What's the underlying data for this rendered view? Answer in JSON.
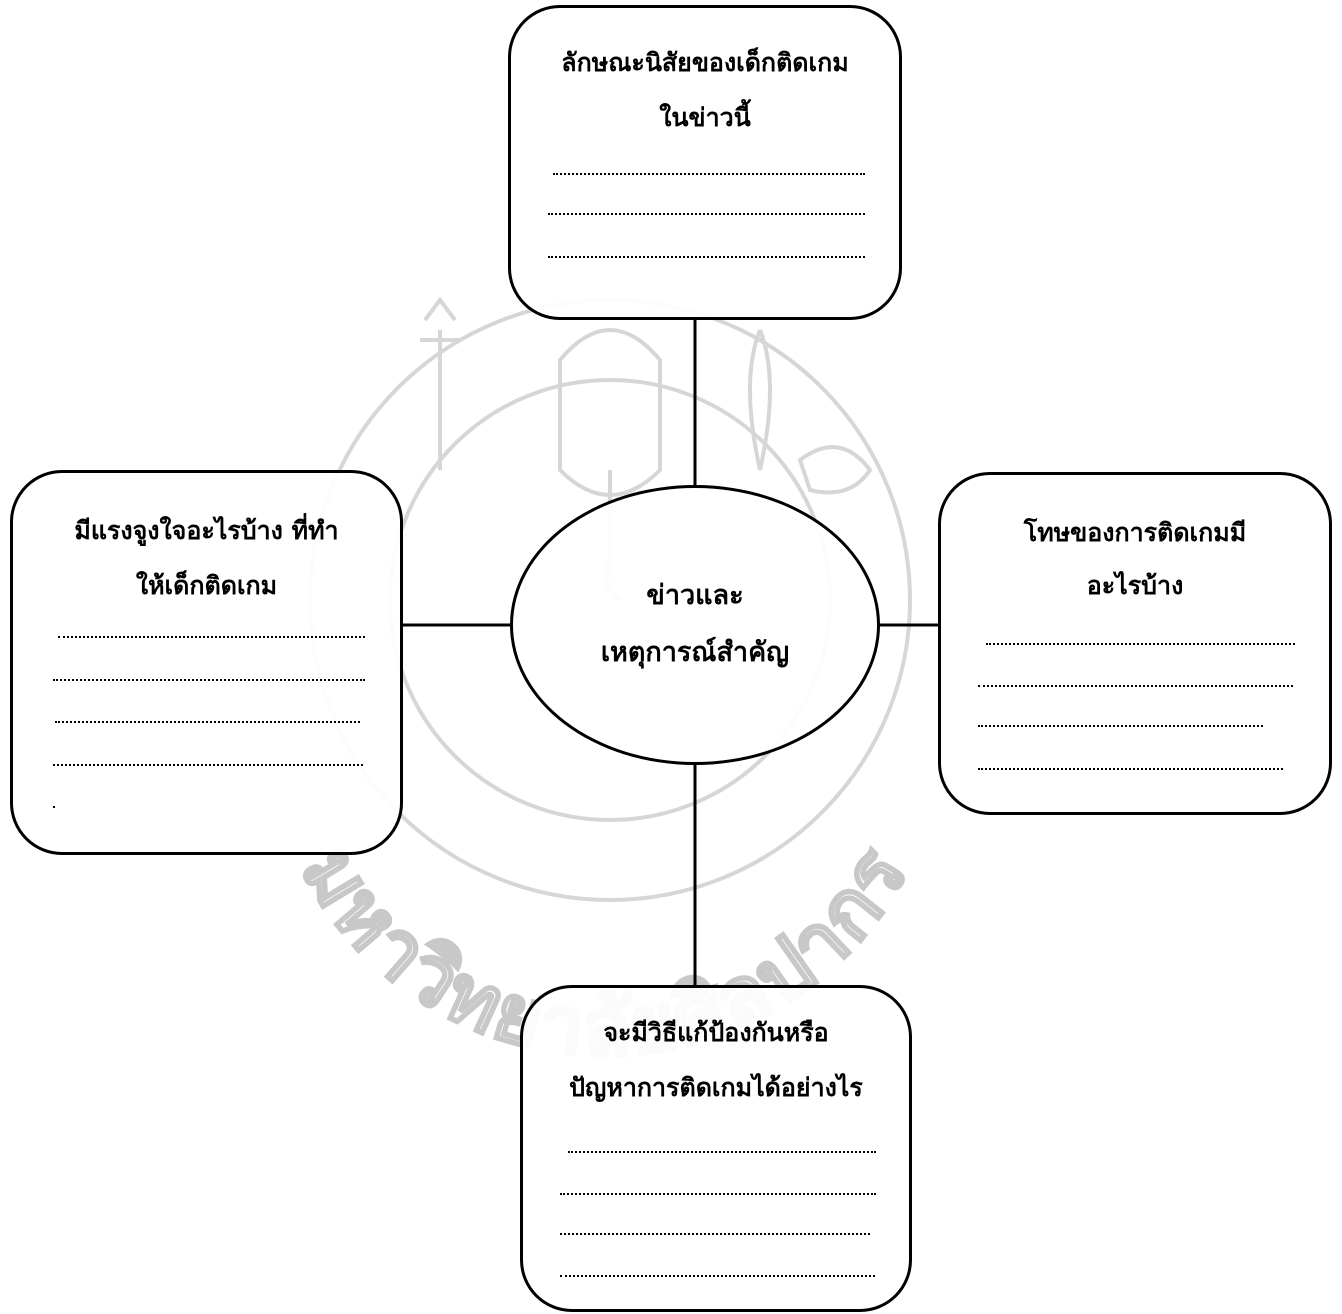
{
  "center": {
    "line1": "ข่าวและ",
    "line2": "เหตุการณ์สำคัญ"
  },
  "boxes": {
    "top": {
      "line1": "ลักษณะนิสัยของเด็กติดเกม",
      "line2": "ในข่าวนี้"
    },
    "left": {
      "line1": "มีแรงจูงใจอะไรบ้าง ที่ทำ",
      "line2": "ให้เด็กติดเกม"
    },
    "right": {
      "line1": "โทษของการติดเกมมี",
      "line2": "อะไรบ้าง"
    },
    "bottom": {
      "line1": "จะมีวิธีแก้ป้องกันหรือ",
      "line2": "ปัญหาการติดเกมได้อย่างไร"
    }
  },
  "watermark": {
    "text": "มหาวิทยาลัยศิลปากร"
  },
  "colors": {
    "line": "#000000",
    "watermark": "#c8c8c8"
  }
}
